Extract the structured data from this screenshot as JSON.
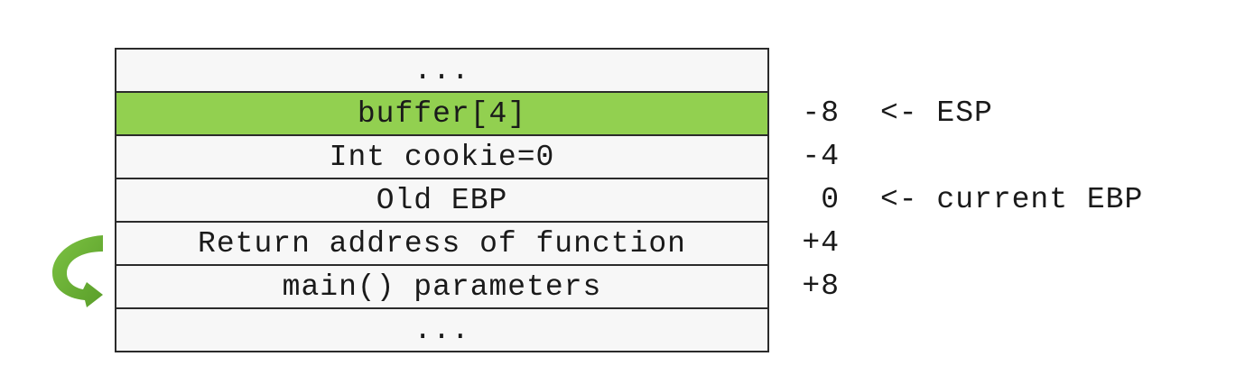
{
  "stack": {
    "rows": [
      {
        "label": "...",
        "highlight": false,
        "offset": "",
        "pointer": ""
      },
      {
        "label": "buffer[4]",
        "highlight": true,
        "offset": "-8",
        "pointer": "<- ESP"
      },
      {
        "label": "Int cookie=0",
        "highlight": false,
        "offset": "-4",
        "pointer": ""
      },
      {
        "label": "Old EBP",
        "highlight": false,
        "offset": "0",
        "pointer": "<- current EBP"
      },
      {
        "label": "Return address of function",
        "highlight": false,
        "offset": "+4",
        "pointer": ""
      },
      {
        "label": "main() parameters",
        "highlight": false,
        "offset": "+8",
        "pointer": ""
      },
      {
        "label": "...",
        "highlight": false,
        "offset": "",
        "pointer": ""
      }
    ]
  },
  "colors": {
    "highlight": "#92d050",
    "row_background": "#f7f7f7",
    "border": "#2b2b2b",
    "arrow": "#6aad33"
  },
  "icons": {
    "curved_arrow": "curved-arrow-icon"
  }
}
